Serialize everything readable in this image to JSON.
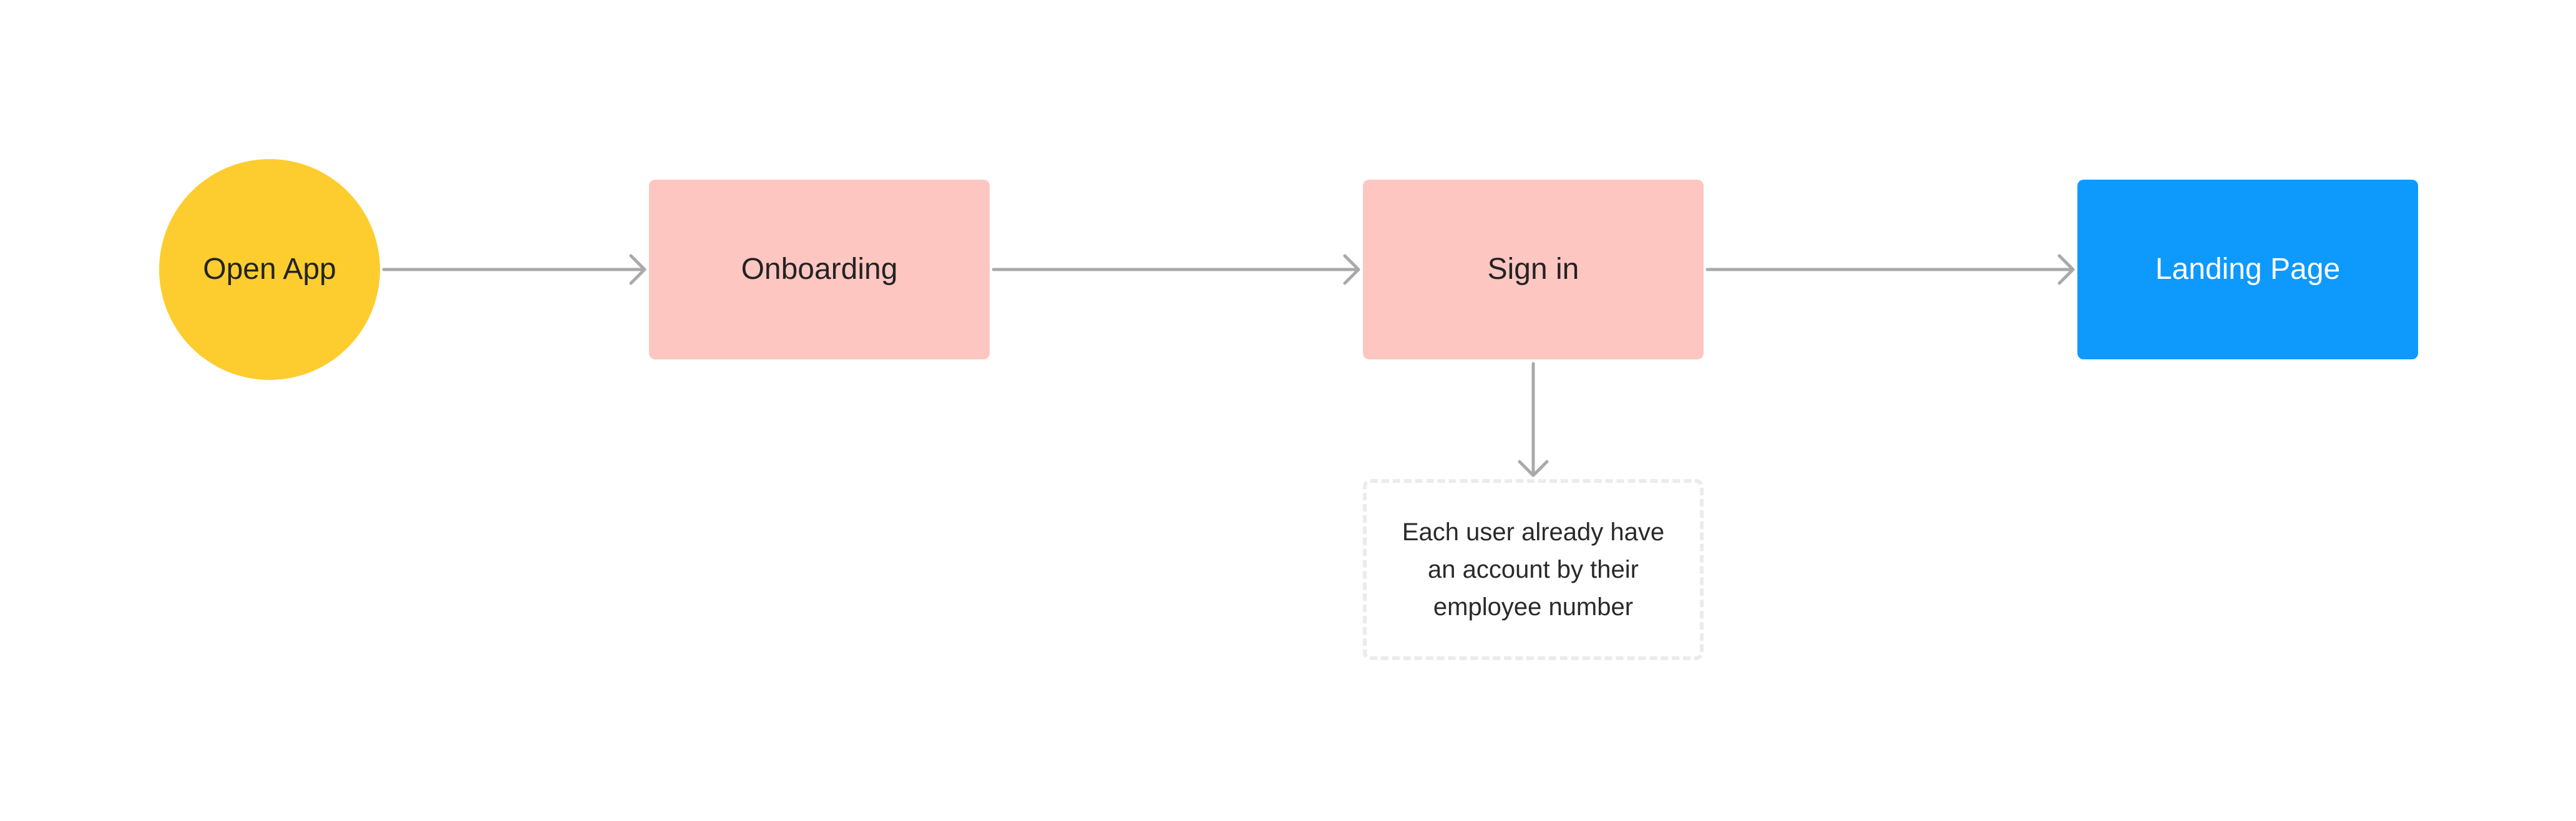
{
  "diagram": {
    "nodes": {
      "open_app": {
        "label": "Open App",
        "shape": "circle",
        "fill": "#FDCD2F"
      },
      "onboarding": {
        "label": "Onboarding",
        "shape": "rectangle",
        "fill": "#FEC6C1"
      },
      "sign_in": {
        "label": "Sign in",
        "shape": "rectangle",
        "fill": "#FEC6C1"
      },
      "landing_page": {
        "label": "Landing Page",
        "shape": "rectangle",
        "fill": "#0E99FD"
      },
      "note": {
        "text": "Each user already have\nan account by their\nemployee number",
        "shape": "dashed-rectangle"
      }
    },
    "edges": [
      {
        "from": "open_app",
        "to": "onboarding"
      },
      {
        "from": "onboarding",
        "to": "sign_in"
      },
      {
        "from": "sign_in",
        "to": "landing_page"
      },
      {
        "from": "sign_in",
        "to": "note"
      }
    ],
    "colors": {
      "connector": "#A9A9A9",
      "note_border": "#EBEBEB",
      "text_dark": "#232323",
      "text_light": "#FFFFFF"
    }
  }
}
